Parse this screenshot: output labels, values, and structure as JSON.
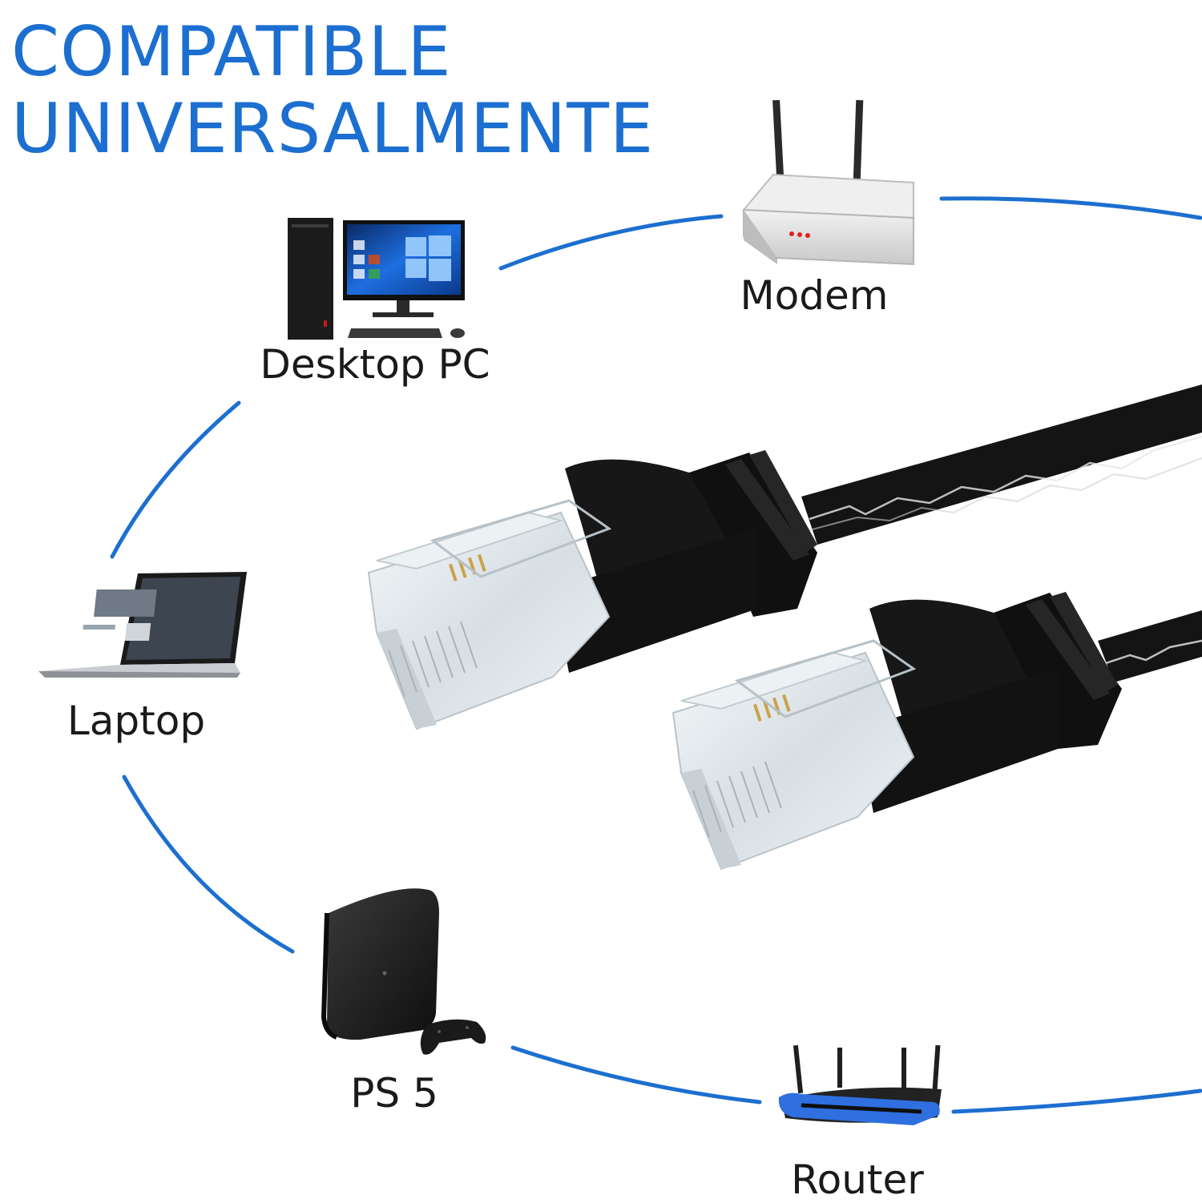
{
  "headline": {
    "line1": "COMPATIBLE",
    "line2": "UNIVERSALMENTE"
  },
  "devices": {
    "modem": "Modem",
    "desktop": "Desktop PC",
    "laptop": "Laptop",
    "ps5": "PS 5",
    "router": "Router"
  },
  "colors": {
    "accent_blue": "#1c6fd0",
    "cable_black": "#141414",
    "connector_clear": "#dfe7ec",
    "router_blue": "#2f6fe0"
  },
  "icons": [
    "modem-icon",
    "desktop-pc-icon",
    "laptop-icon",
    "ps5-console-icon",
    "gamepad-icon",
    "router-icon",
    "ethernet-cable-image"
  ]
}
